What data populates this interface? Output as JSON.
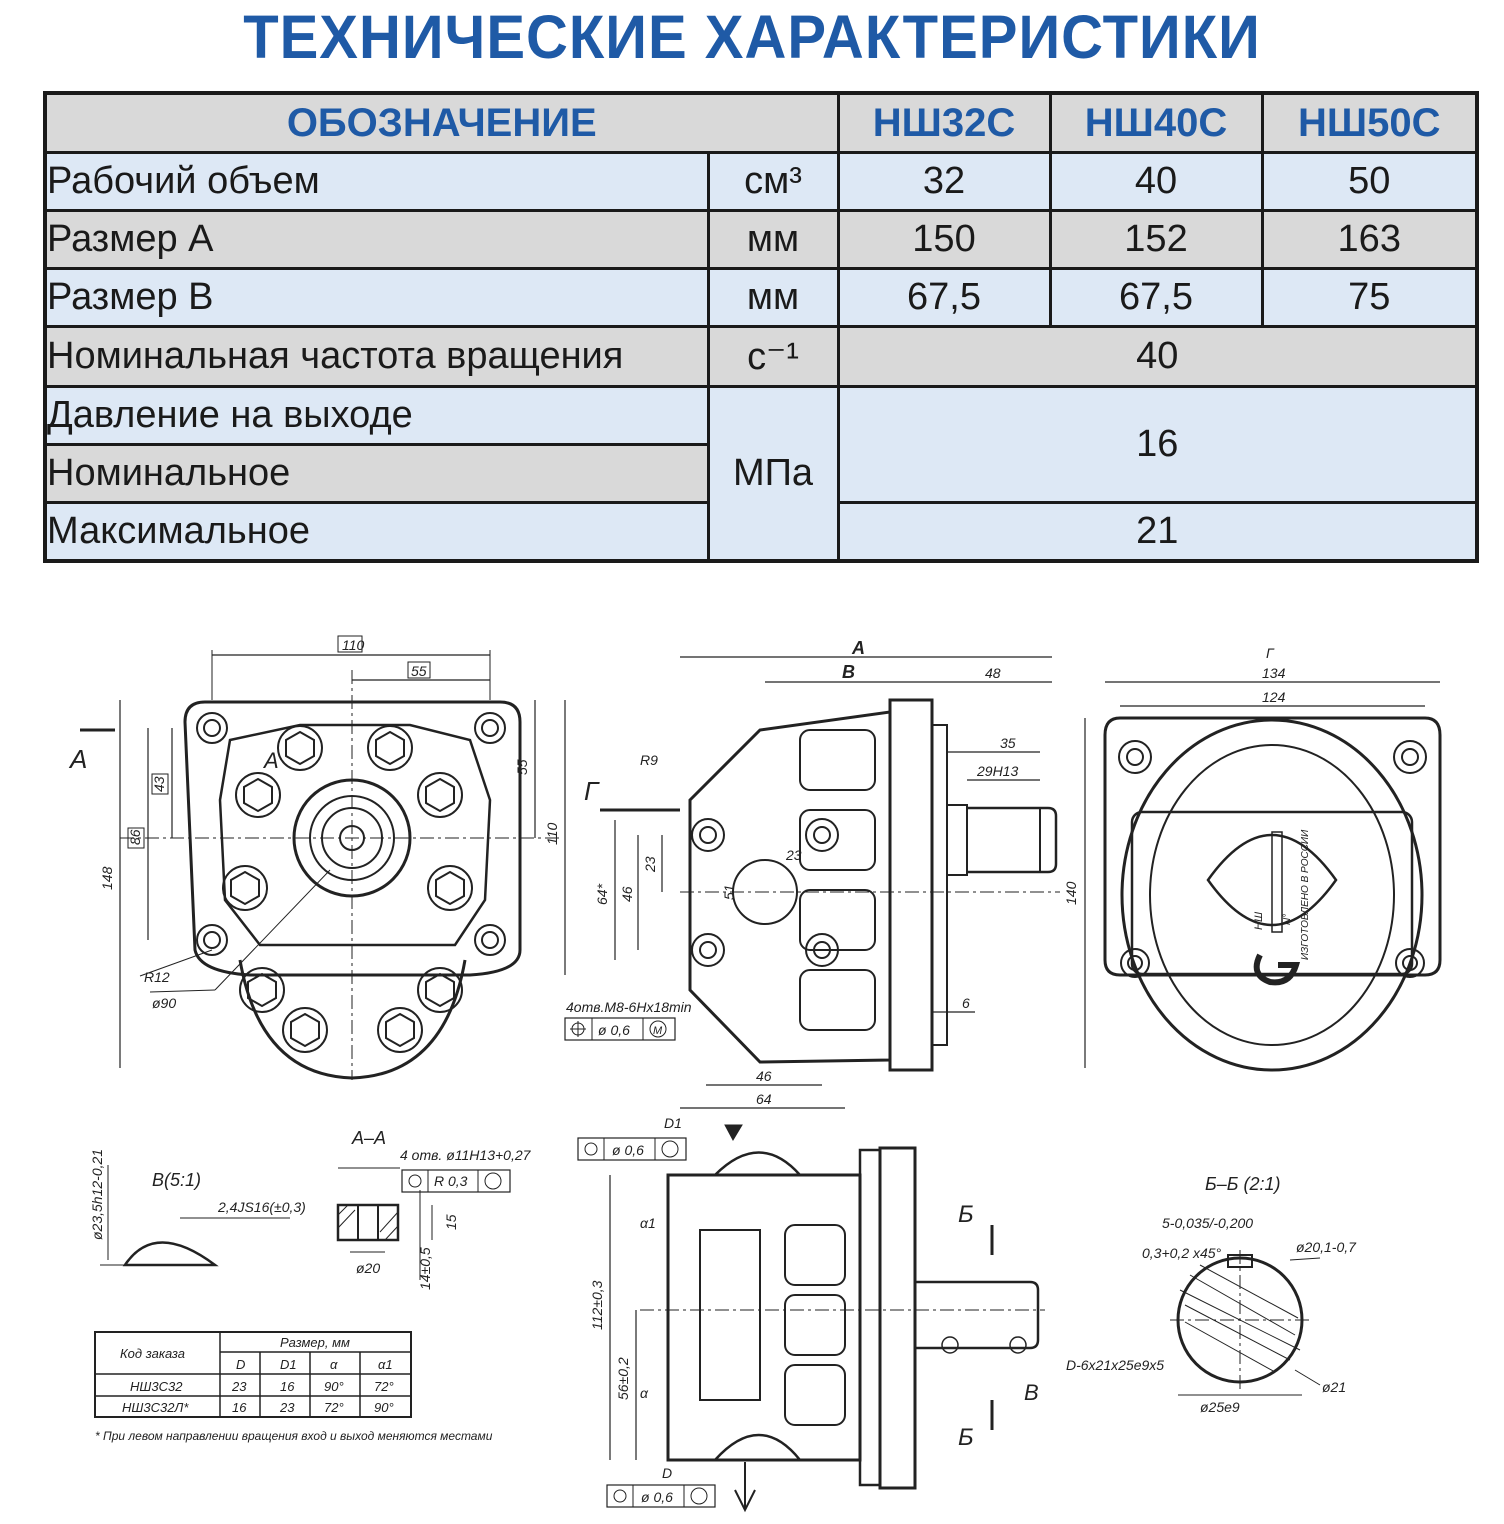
{
  "title": "ТЕХНИЧЕСКИЕ ХАРАКТЕРИСТИКИ",
  "table": {
    "header": {
      "designation": "ОБОЗНАЧЕНИЕ",
      "models": [
        "НШ32С",
        "НШ40С",
        "НШ50С"
      ]
    },
    "rows": [
      {
        "label": "Рабочий объем",
        "unit": "см³",
        "values": [
          "32",
          "40",
          "50"
        ]
      },
      {
        "label": "Размер А",
        "unit": "мм",
        "values": [
          "150",
          "152",
          "163"
        ]
      },
      {
        "label": "Размер В",
        "unit": "мм",
        "values": [
          "67,5",
          "67,5",
          "75"
        ]
      },
      {
        "label": "Номинальная частота вращения",
        "unit": "с⁻¹",
        "value": "40"
      },
      {
        "label": "Давление на выходе"
      },
      {
        "label": "Номинальное",
        "unit": "МПа",
        "value": "16"
      },
      {
        "label": "Максимальное",
        "value": "21"
      }
    ]
  },
  "drawing": {
    "front": {
      "dims": [
        "110",
        "55",
        "148",
        "86",
        "43",
        "55",
        "110",
        "R12",
        "ø90"
      ],
      "section": "А"
    },
    "side": {
      "dims": [
        "А",
        "В",
        "48",
        "35",
        "29H13",
        "R9",
        "Г",
        "23",
        "46",
        "64*",
        "51",
        "23",
        "6",
        "46",
        "64",
        "4отв.M8-6Hx18min",
        "ø 0,6"
      ],
      "tol_symbol": "M"
    },
    "end": {
      "dims": [
        "Г",
        "134",
        "124",
        "140"
      ],
      "plate": {
        "brand": "НШ",
        "no_label": "N°",
        "made_in": "ИЗГОТОВЛЕНО В РОССИИ"
      }
    },
    "detail_b": {
      "title": "В(5:1)",
      "dims": [
        "ø23,5h12-0,21",
        "2,4JS16(±0,3)"
      ]
    },
    "section_aa": {
      "title": "А–А",
      "dims": [
        "4 отв. ø11H13+0,27",
        "R 0,3",
        "ø20",
        "15",
        "14±0,5"
      ]
    },
    "lower": {
      "dims": [
        "D1",
        "ø 0,6",
        "α1",
        "α",
        "112±0,3",
        "56±0,2",
        "D",
        "ø 0,6",
        "Б",
        "Б",
        "В"
      ]
    },
    "section_bb": {
      "title": "Б–Б (2:1)",
      "dims": [
        "5-0,035/-0,200",
        "0,3+0,2 x45°",
        "ø20,1-0,7",
        "D-6x21x25e9x5",
        "ø25e9",
        "ø21"
      ]
    },
    "order_table": {
      "group_header": "Размер, мм",
      "code_header": "Код заказа",
      "columns": [
        "D",
        "D1",
        "α",
        "α1"
      ],
      "rows": [
        {
          "code": "НШ3С32",
          "values": [
            "23",
            "16",
            "90°",
            "72°"
          ]
        },
        {
          "code": "НШ3С32Л*",
          "values": [
            "16",
            "23",
            "72°",
            "90°"
          ]
        }
      ],
      "note": "* При левом направлении вращения вход и выход меняются местами"
    }
  }
}
